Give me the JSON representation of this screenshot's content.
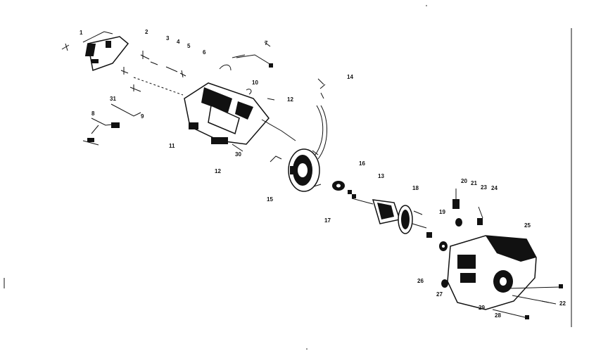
{
  "labels": {
    "l1": "1",
    "l2": "2",
    "l3": "3",
    "l4": "4",
    "l5": "5",
    "l6": "6",
    "l7": "7",
    "l8": "8",
    "l9": "9",
    "l10": "10",
    "l11": "11",
    "l12": "12",
    "l12b": "12",
    "l13": "13",
    "l14": "14",
    "l15": "15",
    "l16": "16",
    "l17": "17",
    "l18": "18",
    "l19": "19",
    "l20": "20",
    "l21": "21",
    "l22": "22",
    "l23": "23",
    "l24": "24",
    "l25": "25",
    "l26": "26",
    "l27": "27",
    "l28": "28",
    "l29": "29",
    "l30": "30",
    "l31": "31"
  }
}
